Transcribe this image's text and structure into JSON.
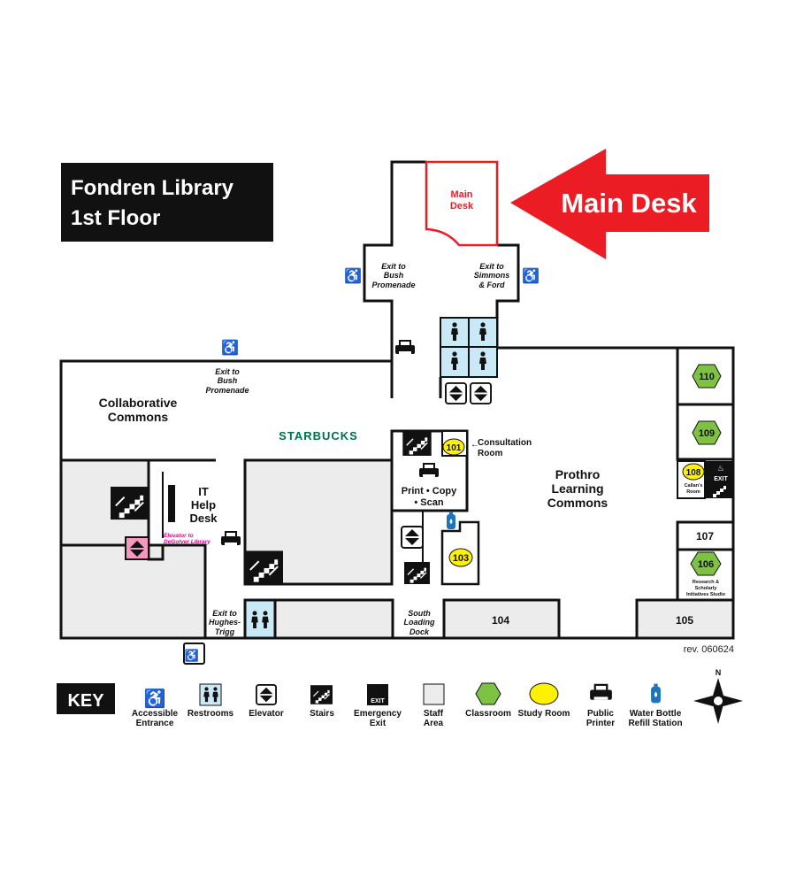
{
  "title": {
    "line1": "Fondren Library",
    "line2": "1st Floor"
  },
  "callout": {
    "label": "Main Desk",
    "color": "#ec1c24"
  },
  "rooms": {
    "main_desk": [
      "Main",
      "Desk"
    ],
    "exit_bush_top": [
      "Exit to",
      "Bush",
      "Promenade"
    ],
    "exit_simmons": [
      "Exit to",
      "Simmons",
      "& Ford"
    ],
    "exit_bush_mid": [
      "Exit to",
      "Bush",
      "Promenade"
    ],
    "collab": [
      "Collaborative",
      "Commons"
    ],
    "starbucks": "STARBUCKS",
    "it_help": [
      "IT",
      "Help",
      "Desk"
    ],
    "elevator_degolyer": [
      "Elevator to",
      "DeGolyer Library"
    ],
    "consultation": [
      "Consultation",
      "Room"
    ],
    "print": [
      "Print • Copy",
      "• Scan"
    ],
    "prothro": [
      "Prothro",
      "Learning",
      "Commons"
    ],
    "exit_hughes": [
      "Exit to",
      "Hughes-",
      "Trigg"
    ],
    "loading_dock": [
      "South",
      "Loading",
      "Dock"
    ],
    "r101": "101",
    "r103": "103",
    "r104": "104",
    "r105": "105",
    "r106": "106",
    "r106_name": [
      "Research &",
      "Scholarly",
      "Initiatives Studio"
    ],
    "r107": "107",
    "r108": "108",
    "r108_name": [
      "Callan's",
      "Room"
    ],
    "r109": "109",
    "r110": "110",
    "exit_sign": "EXIT"
  },
  "revision": "rev. 060624",
  "key": {
    "title": "KEY",
    "items": [
      {
        "icon": "accessible-entrance-icon",
        "label": [
          "Accessible",
          "Entrance"
        ]
      },
      {
        "icon": "restrooms-icon",
        "label": [
          "Restrooms"
        ]
      },
      {
        "icon": "elevator-icon",
        "label": [
          "Elevator"
        ]
      },
      {
        "icon": "stairs-icon",
        "label": [
          "Stairs"
        ]
      },
      {
        "icon": "emergency-exit-icon",
        "label": [
          "Emergency",
          "Exit"
        ]
      },
      {
        "icon": "staff-area-icon",
        "label": [
          "Staff",
          "Area"
        ]
      },
      {
        "icon": "classroom-icon",
        "label": [
          "Classroom"
        ]
      },
      {
        "icon": "study-room-icon",
        "label": [
          "Study Room"
        ]
      },
      {
        "icon": "public-printer-icon",
        "label": [
          "Public",
          "Printer"
        ]
      },
      {
        "icon": "water-bottle-icon",
        "label": [
          "Water Bottle",
          "Refill Station"
        ]
      }
    ],
    "compass": "N"
  },
  "colors": {
    "classroom": "#7dc242",
    "study_room": "#fff200",
    "restroom": "#c9e9f6",
    "degolyer_elevator": "#f49ac1",
    "degolyer_text": "#ec008c",
    "starbucks": "#00704a",
    "water": "#1c75bc"
  }
}
